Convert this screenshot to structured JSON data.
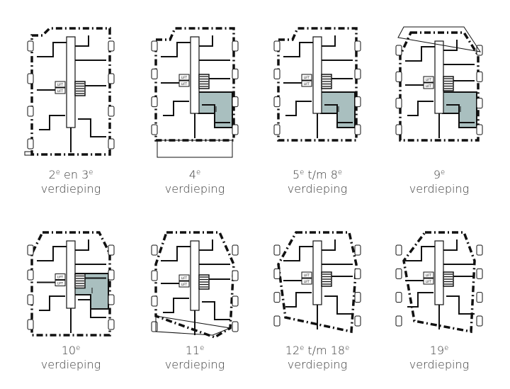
{
  "colors": {
    "wall": "#111111",
    "highlight": "#a9bfbf",
    "text": "#3a3a3a"
  },
  "core_label": "LIFT",
  "plans": [
    {
      "line1": [
        [
          "2",
          "e"
        ],
        [
          " en 3",
          "e"
        ]
      ],
      "line2": "verdieping",
      "highlighted_unit": false
    },
    {
      "line1": [
        [
          "4",
          "e"
        ]
      ],
      "line2": "verdieping",
      "highlighted_unit": true
    },
    {
      "line1": [
        [
          "5",
          "e"
        ],
        [
          " t/m 8",
          "e"
        ]
      ],
      "line2": "verdieping",
      "highlighted_unit": true
    },
    {
      "line1": [
        [
          "9",
          "e"
        ]
      ],
      "line2": "verdieping",
      "highlighted_unit": true
    },
    {
      "line1": [
        [
          "10",
          "e"
        ]
      ],
      "line2": "verdieping",
      "highlighted_unit": true
    },
    {
      "line1": [
        [
          "11",
          "e"
        ]
      ],
      "line2": "verdieping",
      "highlighted_unit": false
    },
    {
      "line1": [
        [
          "12",
          "e"
        ],
        [
          " t/m 18",
          "e"
        ]
      ],
      "line2": "verdieping",
      "highlighted_unit": false
    },
    {
      "line1": [
        [
          "19",
          "e"
        ]
      ],
      "line2": "verdieping",
      "highlighted_unit": false
    }
  ]
}
